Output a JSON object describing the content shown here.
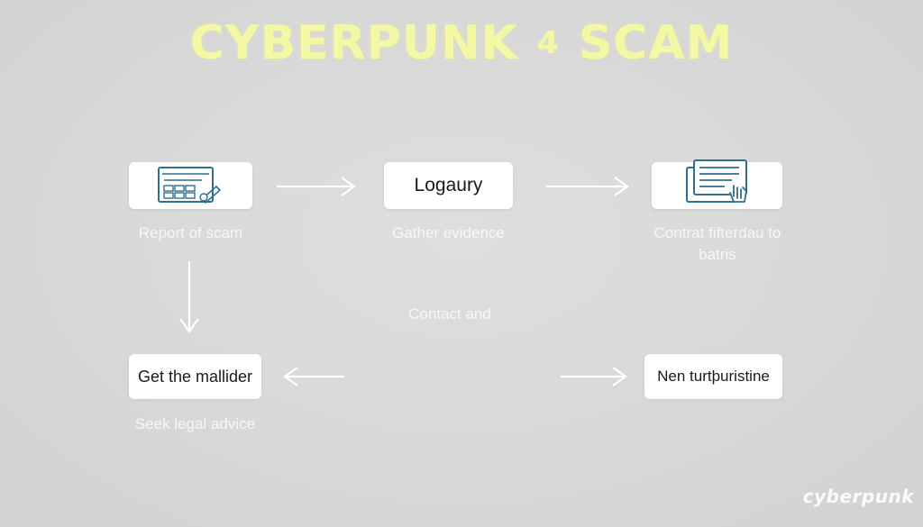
{
  "title": {
    "part1": "CYBERPUNK",
    "part2": "4",
    "part3": "SCAM"
  },
  "steps": [
    {
      "caption": "Report of scam",
      "icon": "form-document-icon"
    },
    {
      "box_label": "Logaury",
      "caption": "Gather evidence"
    },
    {
      "caption_line1": "Contrat fifterdau to",
      "caption_line2": "batris",
      "icon": "documents-hand-icon"
    },
    {
      "caption": "Contact and"
    },
    {
      "box_label": "Get the mallider",
      "caption": "Seek legal advice"
    },
    {
      "box_label": "Nen turtþuristine"
    }
  ],
  "watermark": "cyberpunk",
  "colors": {
    "background": "#d9d9d9",
    "title": "#f4f7a3",
    "box": "#ffffff",
    "arrow": "#ffffff",
    "icon_stroke": "#2f6f8f",
    "caption": "#f7f7f7"
  }
}
